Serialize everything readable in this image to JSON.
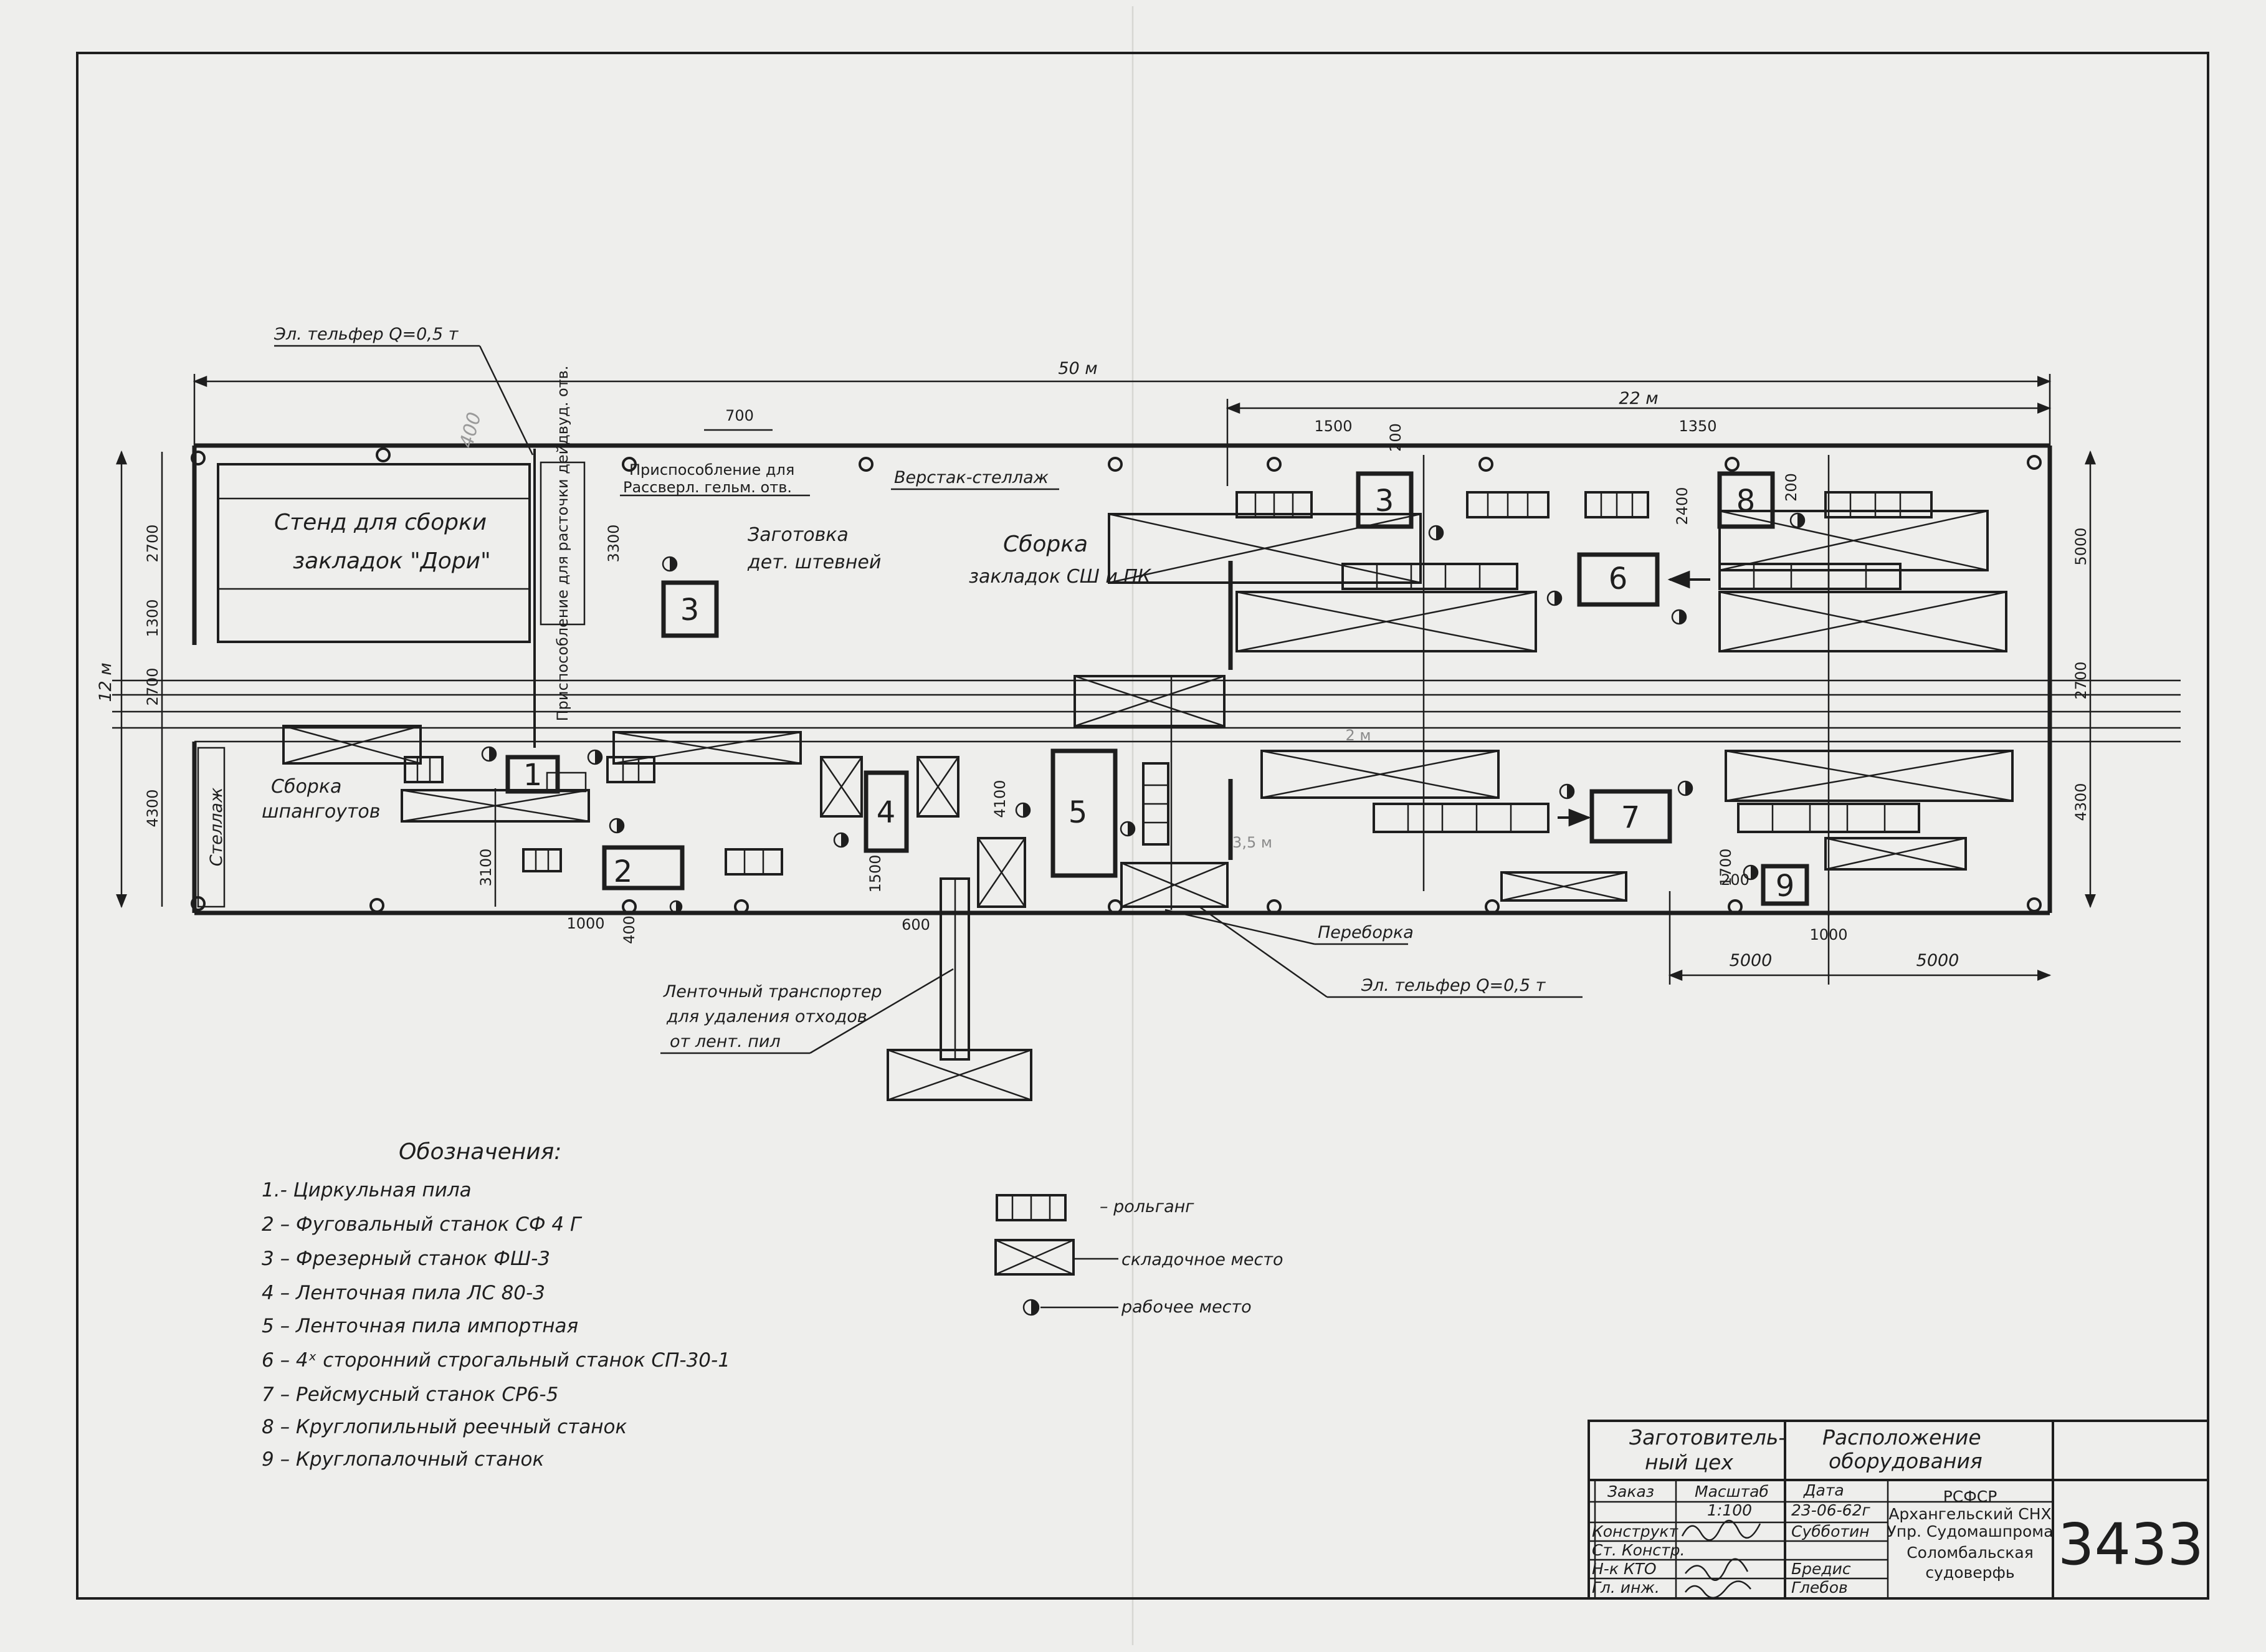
{
  "drawing": {
    "labels": {
      "telfer_top": "Эл. тельфер Q=0,5 т",
      "dim_total_length": "50 м",
      "dim_22m": "22 м",
      "dim_700": "700",
      "dim_1500": "1500",
      "dim_200_a": "200",
      "dim_1350": "1350",
      "dim_200_b": "200",
      "dim_2400": "2400",
      "dim_12m": "12 м",
      "dim_2700_l1": "2700",
      "dim_1300": "1300",
      "dim_2700_l2": "2700",
      "dim_4300_l": "4300",
      "dim_3300": "3300",
      "dim_5000_r": "5000",
      "dim_2700_r": "2700",
      "dim_4300_r": "4300",
      "dim_3100": "3100",
      "dim_1000_a": "1000",
      "dim_400_a": "400",
      "dim_1500_b": "1500",
      "dim_600": "600",
      "dim_4100": "4100",
      "dim_1700": "1700",
      "dim_200_c": "200",
      "dim_1000_b": "1000",
      "dim_5000_b1": "5000",
      "dim_5000_b2": "5000",
      "dim_2m": "2 м",
      "dim_35m": "3,5 м",
      "stand_line1": "Стенд для сборки",
      "stand_line2": "закладок \"Дори\"",
      "fixture_vert": "Приспособление для расточки дейдвуд. отв.",
      "fixture_drill_1": "Приспособление для",
      "fixture_drill_2": "Рассверл. гельм. отв.",
      "workbench": "Верстак-стеллаж",
      "zagotovka_1": "Заготовка",
      "zagotovka_2": "дет. штевней",
      "sborka_sh_1": "Сборка",
      "sborka_sh_2": "закладок СШ и ПК",
      "sborka_sp_1": "Сборка",
      "sborka_sp_2": "шпангоутов",
      "stellazh": "Стеллаж",
      "pereborka": "Переборка",
      "telfer_bottom": "Эл. тельфер Q=0,5 т",
      "conveyor_1": "Ленточный транспортер",
      "conveyor_2": "для удаления отходов",
      "conveyor_3": "от лент. пил",
      "margin_note": "400"
    },
    "machines": [
      "1",
      "2",
      "3",
      "3",
      "4",
      "5",
      "6",
      "7",
      "8",
      "9"
    ]
  },
  "legend": {
    "title": "Обозначения:",
    "items": [
      "1.- Циркульная пила",
      "2 – Фуговальный станок СФ 4 Г",
      "3 – Фрезерный станок ФШ-3",
      "4 – Ленточная пила ЛС 80-3",
      "5 – Ленточная пила импортная",
      "6 – 4ˣ сторонний строгальный станок СП-30-1",
      "7 – Рейсмусный станок СР6-5",
      "8 – Круглопильный реечный станок",
      "9 – Круглопалочный станок"
    ]
  },
  "symbols": {
    "rollgang": "– рольганг",
    "storage": "складочное место",
    "workplace": "рабочее место"
  },
  "title_block": {
    "shop_1": "Заготовитель-",
    "shop_2": "ный цех",
    "title_1": "Расположение",
    "title_2": "оборудования",
    "order_label": "Заказ",
    "scale_label": "Масштаб",
    "scale_value": "1:100",
    "date_label": "Дата",
    "date_value": "23-06-62г",
    "row1_role": "Конструкт",
    "row2_role": "Ст. Констр.",
    "row3_role": "Н-к КТО",
    "row4_role": "Гл. инж.",
    "row1_name": "Субботин",
    "row3_name": "Бредис",
    "row4_name": "Глебов",
    "org_1": "РСФСР",
    "org_2": "Архангельский СНХ",
    "org_3": "Упр. Судомашпрома",
    "org_4": "Соломбальская",
    "org_5": "судоверфь",
    "doc_number": "3433"
  }
}
